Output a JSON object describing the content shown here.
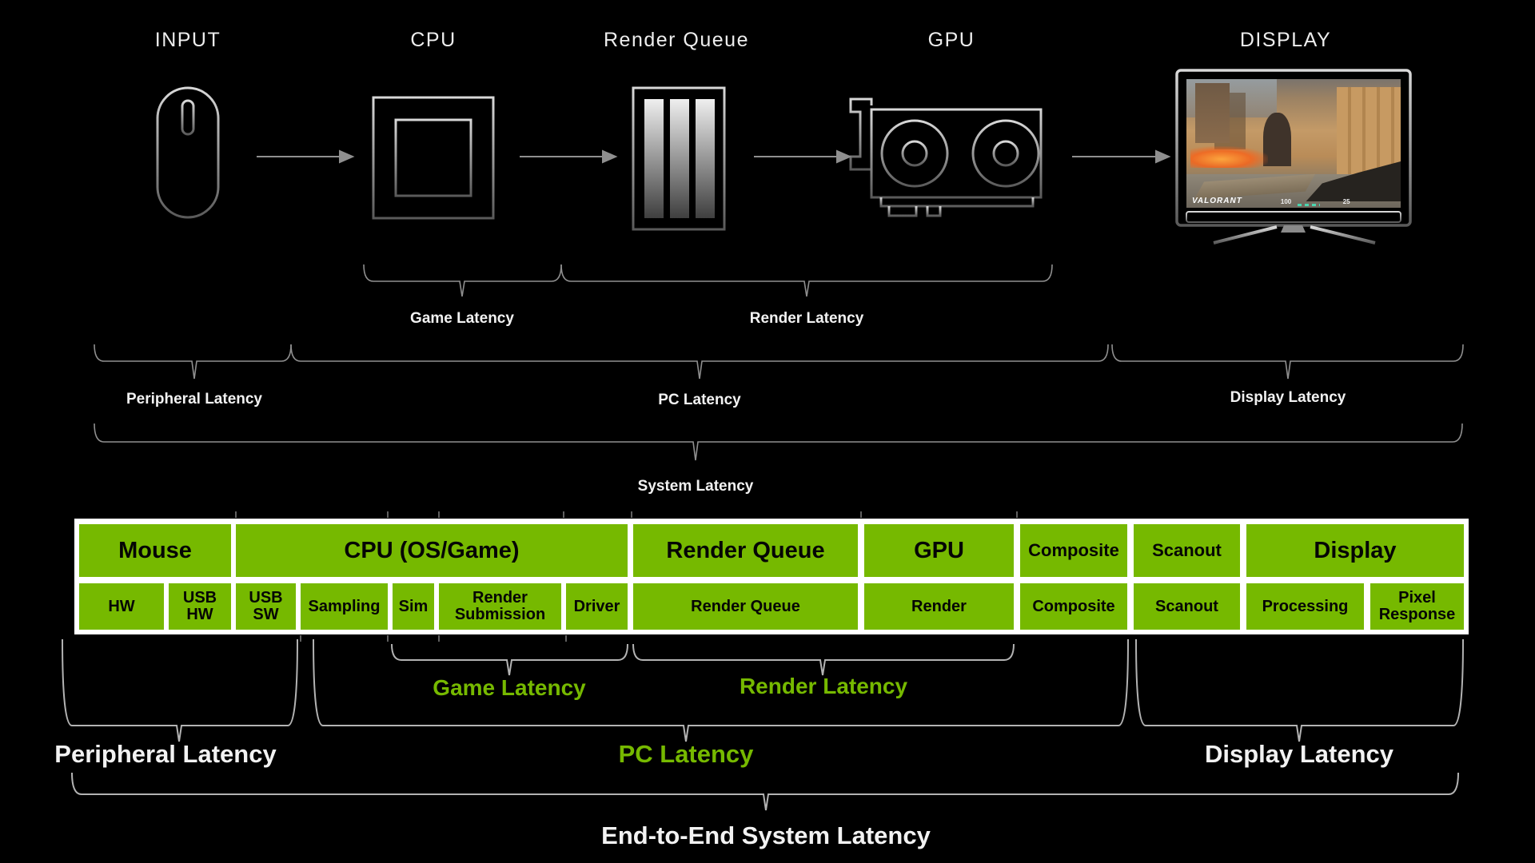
{
  "stages": {
    "input": "INPUT",
    "cpu": "CPU",
    "render_queue": "Render Queue",
    "gpu": "GPU",
    "display": "DISPLAY"
  },
  "monitor_hud": {
    "title": "VALORANT",
    "health": "100",
    "ammo": "25"
  },
  "upper_brackets": {
    "game": "Game Latency",
    "render": "Render Latency",
    "peripheral": "Peripheral Latency",
    "pc": "PC Latency",
    "display": "Display Latency",
    "system": "System Latency"
  },
  "table": {
    "row1": [
      {
        "label": "Mouse"
      },
      {
        "label": "CPU (OS/Game)"
      },
      {
        "label": "Render Queue"
      },
      {
        "label": "GPU"
      },
      {
        "label": "Composite"
      },
      {
        "label": "Scanout"
      },
      {
        "label": "Display"
      }
    ],
    "row2": [
      {
        "label": "HW"
      },
      {
        "label": "USB HW"
      },
      {
        "label": "USB SW"
      },
      {
        "label": "Sampling"
      },
      {
        "label": "Sim"
      },
      {
        "label": "Render Submission"
      },
      {
        "label": "Driver"
      },
      {
        "label": "Render Queue"
      },
      {
        "label": "Render"
      },
      {
        "label": "Composite"
      },
      {
        "label": "Scanout"
      },
      {
        "label": "Processing"
      },
      {
        "label": "Pixel Response"
      }
    ]
  },
  "lower_brackets": {
    "game": "Game Latency",
    "render": "Render Latency",
    "peripheral": "Peripheral Latency",
    "pc": "PC Latency",
    "display": "Display Latency",
    "end_to_end": "End-to-End System Latency"
  },
  "colors": {
    "background": "#000000",
    "nvidia_green": "#76b900",
    "bracket_gray": "#9a9a9a",
    "icon_metal_light": "#d8d8d8",
    "icon_metal_dark": "#5a5a5a",
    "block_text": "#050505",
    "white": "#ffffff"
  }
}
